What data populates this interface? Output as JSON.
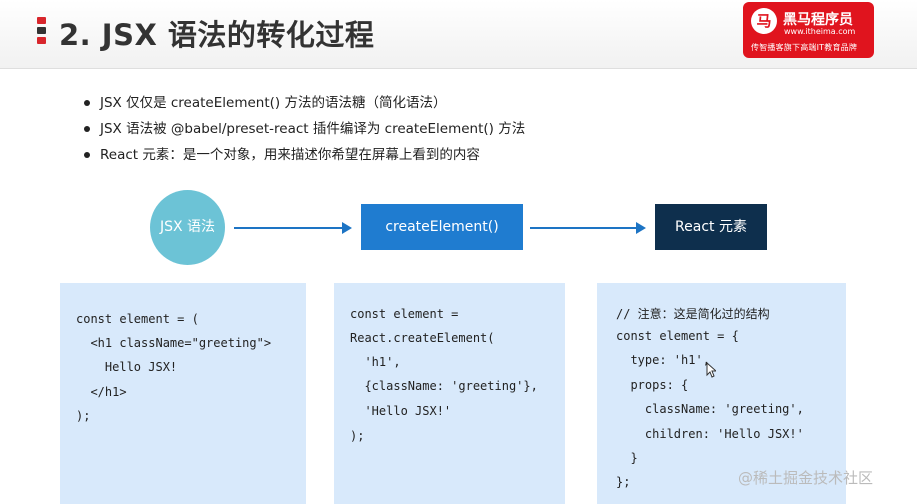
{
  "slide": {
    "title": "2. JSX 语法的转化过程",
    "logo": {
      "icon_text": "马",
      "name": "黑马程序员",
      "url": "www.itheima.com",
      "slogan": "传智播客旗下高端IT教育品牌"
    },
    "bullets": [
      "JSX 仅仅是 createElement() 方法的语法糖（简化语法）",
      "JSX 语法被 @babel/preset-react 插件编译为 createElement() 方法",
      "React 元素：是一个对象，用来描述你希望在屏幕上看到的内容"
    ],
    "flow": {
      "step1": "JSX 语法",
      "step2": "createElement()",
      "step3": "React 元素"
    },
    "code_jsx": [
      "const element = (",
      "  <h1 className=\"greeting\">",
      "    Hello JSX!",
      "  </h1>",
      ");"
    ],
    "code_create": [
      "const element =",
      "React.createElement(",
      "  'h1',",
      "  {className: 'greeting'},",
      "  'Hello JSX!'",
      ");"
    ],
    "code_object": [
      "// 注意：这是简化过的结构",
      "const element = {",
      "  type: 'h1',",
      "  props: {",
      "    className: 'greeting',",
      "    children: 'Hello JSX!'",
      "  }",
      "};"
    ],
    "watermark": "@稀土掘金技术社区"
  }
}
